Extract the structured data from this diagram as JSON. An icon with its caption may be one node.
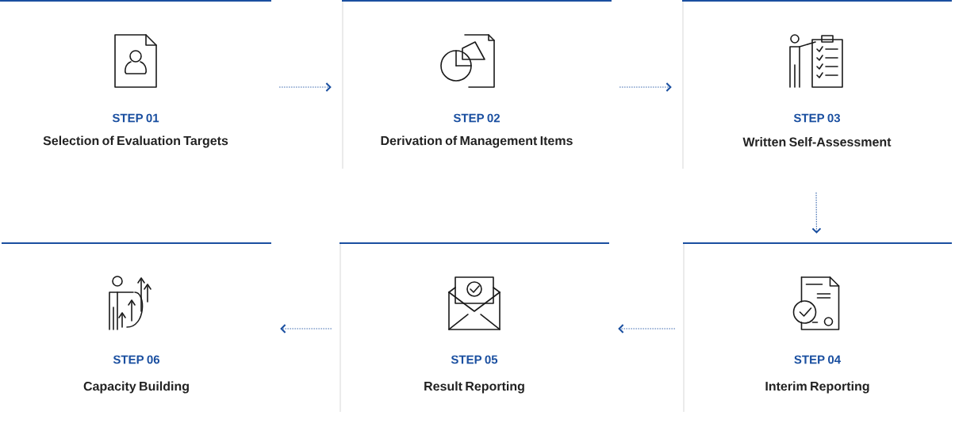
{
  "diagram": {
    "nodes": [
      {
        "text": [
          "STEP 01",
          "Selection of Evaluation Targets"
        ]
      },
      {
        "text": [
          "STEP 02",
          "Derivation of Management Items"
        ]
      },
      {
        "text": [
          "STEP 03",
          "Written Self-Assessment"
        ]
      },
      {
        "text": [
          "STEP 04",
          "Interim Reporting"
        ]
      },
      {
        "text": [
          "STEP 05",
          "Result Reporting"
        ]
      },
      {
        "text": [
          "STEP 06",
          "Capacity Building"
        ]
      }
    ],
    "edges": [
      {
        "from": 0,
        "to": 1,
        "arrow": "to",
        "style": "dashed"
      },
      {
        "from": 1,
        "to": 2,
        "arrow": "to",
        "style": "dashed"
      },
      {
        "from": 2,
        "to": 3,
        "arrow": "to",
        "style": "dashed"
      },
      {
        "from": 3,
        "to": 4,
        "arrow": "to",
        "style": "dashed"
      },
      {
        "from": 4,
        "to": 5,
        "arrow": "to",
        "style": "dashed"
      }
    ]
  }
}
